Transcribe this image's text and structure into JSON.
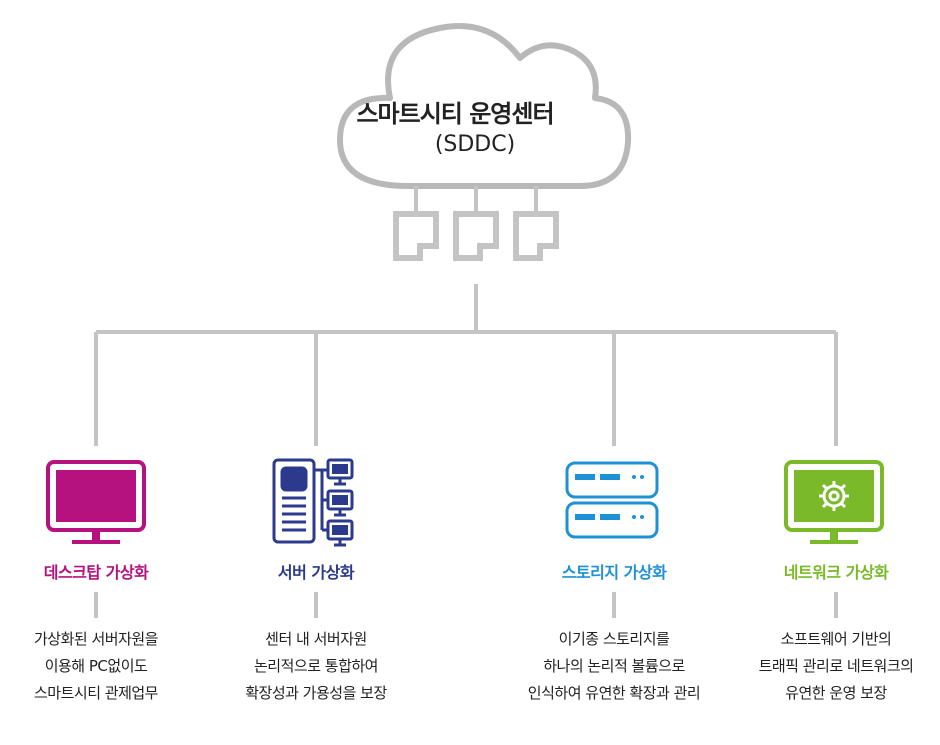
{
  "center": {
    "title": "스마트시티 운영센터",
    "subtitle": "(SDDC)"
  },
  "nodes": [
    {
      "label": "데스크탑 가상화",
      "color": "#b5127f",
      "icon": "monitor-icon",
      "lines": [
        "가상화된 서버자원을",
        "이용해 PC없이도",
        "스마트시티 관제업무"
      ]
    },
    {
      "label": "서버 가상화",
      "color": "#2b3a8c",
      "icon": "server-network-icon",
      "lines": [
        "센터 내 서버자원",
        "논리적으로 통합하여",
        "확장성과 가용성을 보장"
      ]
    },
    {
      "label": "스토리지 가상화",
      "color": "#1e90d6",
      "icon": "storage-icon",
      "lines": [
        "이기종 스토리지를",
        "하나의 논리적 볼륨으로",
        "인식하여 유연한 확장과 관리"
      ]
    },
    {
      "label": "네트워크 가상화",
      "color": "#7ab929",
      "icon": "gear-monitor-icon",
      "lines": [
        "소프트웨어 기반의",
        "트래픽 관리로 네트워크의",
        "유연한 운영 보장"
      ]
    }
  ],
  "colors": {
    "line": "#c4c4c4",
    "cloud_stroke": "#b8b8b8"
  }
}
